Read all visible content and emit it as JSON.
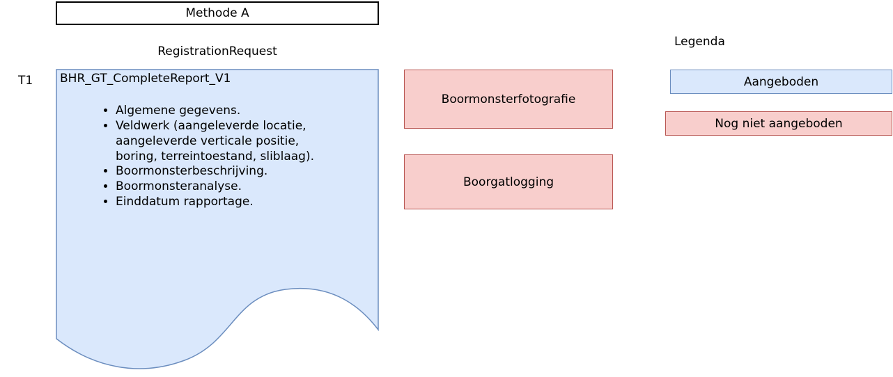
{
  "colors": {
    "offered_fill": "#dae8fc",
    "offered_stroke": "#6c8ebf",
    "not_offered_fill": "#f8cecc",
    "not_offered_stroke": "#b85450",
    "method_fill": "#ffffff",
    "method_stroke": "#000000"
  },
  "header": {
    "methode_label": "Methode A"
  },
  "request": {
    "title": "RegistrationRequest",
    "row_label": "T1",
    "document": {
      "title": "BHR_GT_CompleteReport_V1",
      "bullets": [
        "Algemene gegevens.",
        "Veldwerk (aangeleverde locatie, aangeleverde verticale positie, boring, terreintoestand, sliblaag).",
        "Boormonsterbeschrijving.",
        "Boormonsteranalyse.",
        "Einddatum rapportage."
      ]
    }
  },
  "pending_items": [
    {
      "label": "Boormonsterfotografie"
    },
    {
      "label": "Boorgatlogging"
    }
  ],
  "legend": {
    "title": "Legenda",
    "items": [
      {
        "label": "Aangeboden",
        "status": "offered"
      },
      {
        "label": "Nog niet aangeboden",
        "status": "not_offered"
      }
    ]
  }
}
